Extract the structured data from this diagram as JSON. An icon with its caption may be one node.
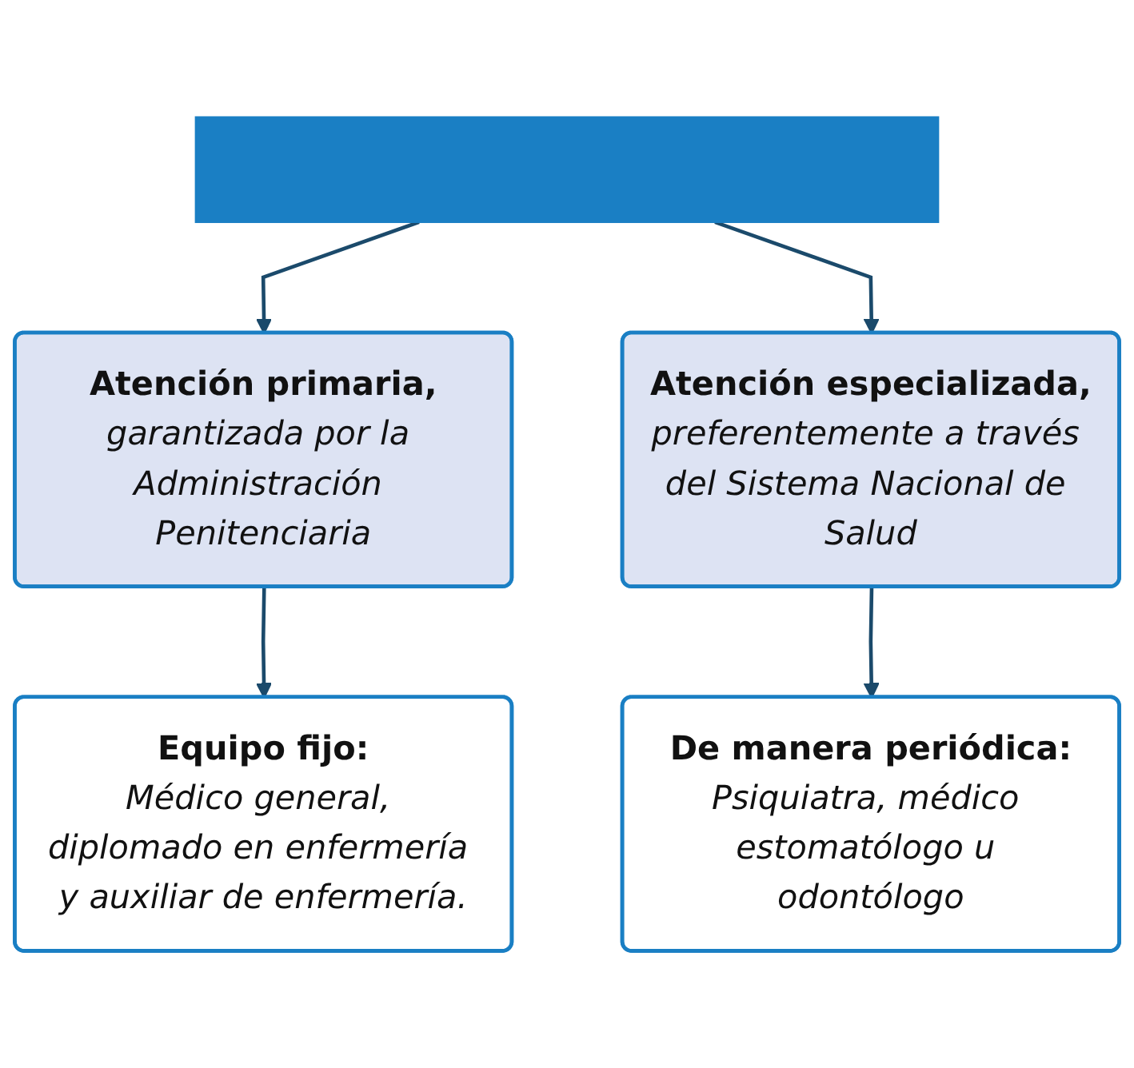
{
  "diagram": {
    "nodes": [
      {
        "text": [],
        "shape": "bar"
      },
      {
        "text": [
          "Atención primaria,",
          "garantizada por la Administración Penitenciaria"
        ]
      },
      {
        "text": [
          "Atención especializada,",
          "preferentemente a través del Sistema Nacional de Salud"
        ]
      },
      {
        "text": [
          "Equipo fijo:",
          "Médico general, diplomado en enfermería y auxiliar de enfermería."
        ]
      },
      {
        "text": [
          "De manera periódica:",
          "Psiquiatra, médico estomatólogo u odontólogo"
        ]
      }
    ],
    "edges": [
      {
        "from": 0,
        "to": 1,
        "arrow": "to"
      },
      {
        "from": 0,
        "to": 2,
        "arrow": "to"
      },
      {
        "from": 1,
        "to": 3,
        "arrow": "to"
      },
      {
        "from": 2,
        "to": 4,
        "arrow": "to"
      }
    ]
  }
}
